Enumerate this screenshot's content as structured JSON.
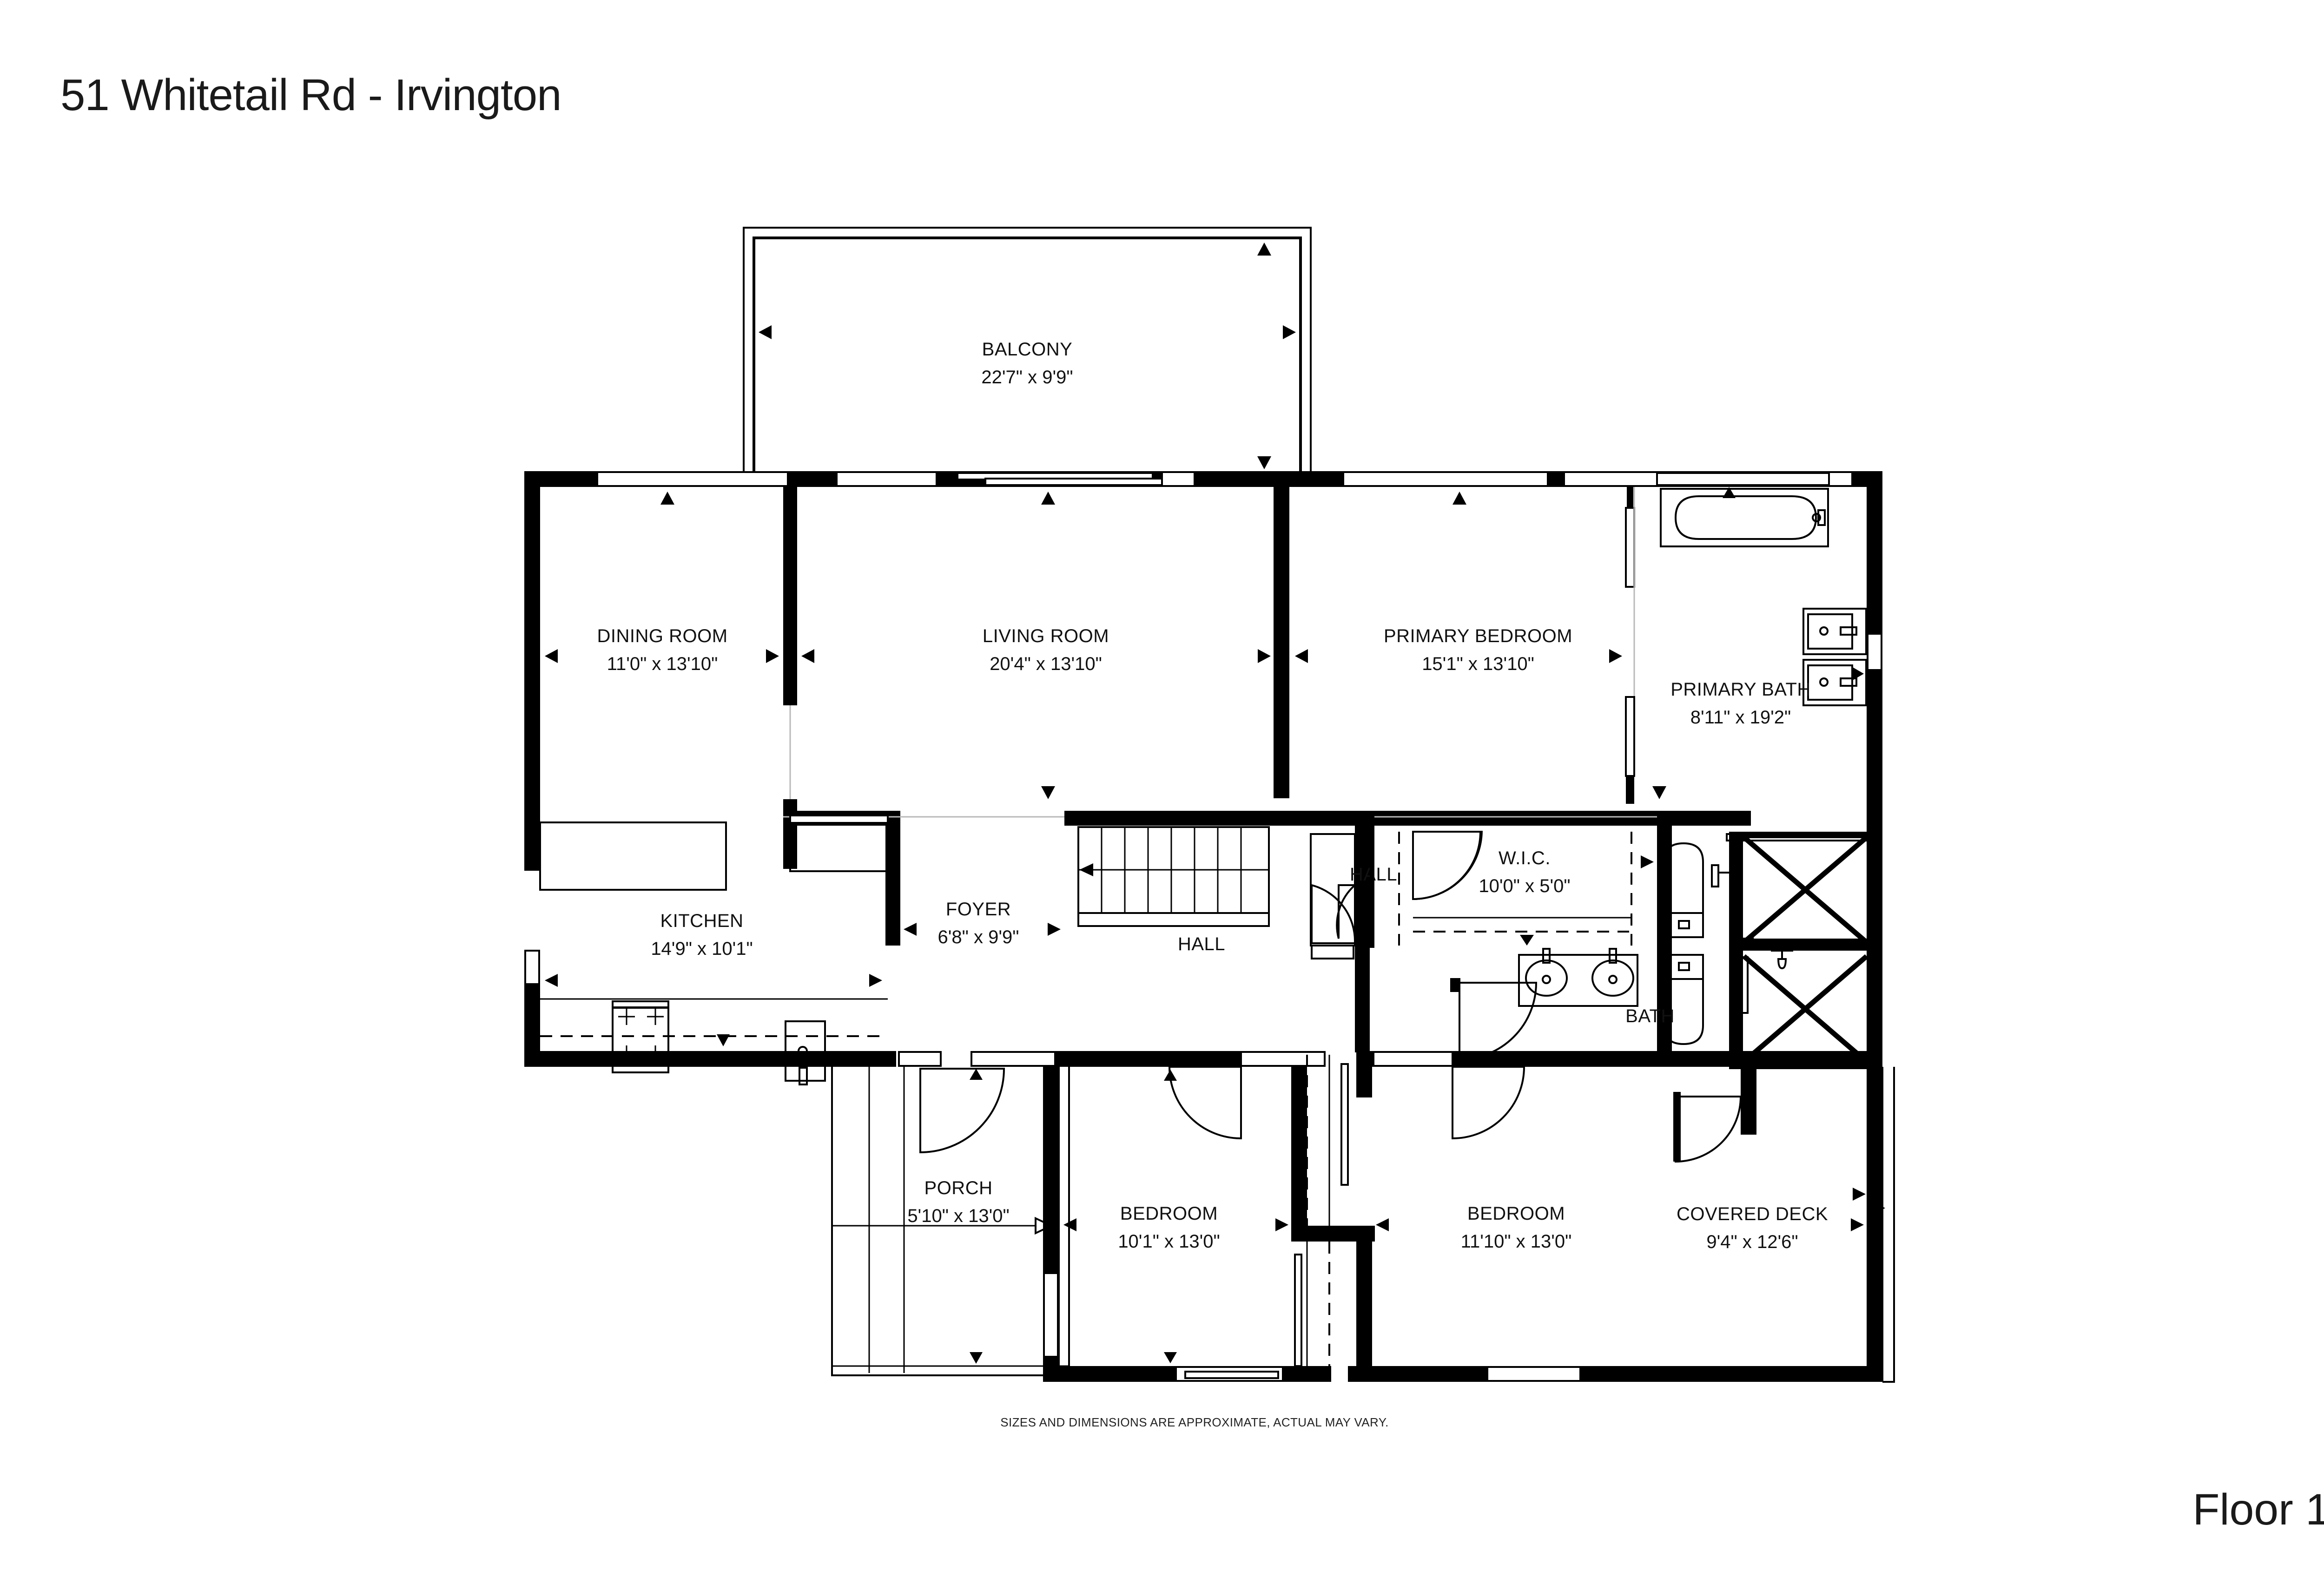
{
  "header": {
    "title": "51 Whitetail Rd - Irvington"
  },
  "footer": {
    "floor_label": "Floor 1",
    "disclaimer": "SIZES AND DIMENSIONS ARE APPROXIMATE, ACTUAL MAY VARY."
  },
  "rooms": [
    {
      "id": "balcony",
      "name": "BALCONY",
      "dimensions": "22'7\" x 9'9\""
    },
    {
      "id": "dining-room",
      "name": "DINING ROOM",
      "dimensions": "11'0\" x 13'10\""
    },
    {
      "id": "living-room",
      "name": "LIVING ROOM",
      "dimensions": "20'4\" x 13'10\""
    },
    {
      "id": "primary-bedroom",
      "name": "PRIMARY BEDROOM",
      "dimensions": "15'1\" x 13'10\""
    },
    {
      "id": "primary-bath",
      "name": "PRIMARY BATH",
      "dimensions": "8'11\" x 19'2\""
    },
    {
      "id": "kitchen",
      "name": "KITCHEN",
      "dimensions": "14'9\" x 10'1\""
    },
    {
      "id": "foyer",
      "name": "FOYER",
      "dimensions": "6'8\" x 9'9\""
    },
    {
      "id": "hall-main",
      "name": "HALL",
      "dimensions": ""
    },
    {
      "id": "hall-small",
      "name": "HALL",
      "dimensions": ""
    },
    {
      "id": "wic",
      "name": "W.I.C.",
      "dimensions": "10'0\" x 5'0\""
    },
    {
      "id": "bath",
      "name": "BATH",
      "dimensions": ""
    },
    {
      "id": "porch",
      "name": "PORCH",
      "dimensions": "5'10\" x 13'0\""
    },
    {
      "id": "bedroom-1",
      "name": "BEDROOM",
      "dimensions": "10'1\" x 13'0\""
    },
    {
      "id": "bedroom-2",
      "name": "BEDROOM",
      "dimensions": "11'10\" x 13'0\""
    },
    {
      "id": "covered-deck",
      "name": "COVERED DECK",
      "dimensions": "9'4\" x 12'6\""
    }
  ],
  "colors": {
    "wall": "#000000",
    "background": "#ffffff",
    "text": "#1a1a1a"
  }
}
